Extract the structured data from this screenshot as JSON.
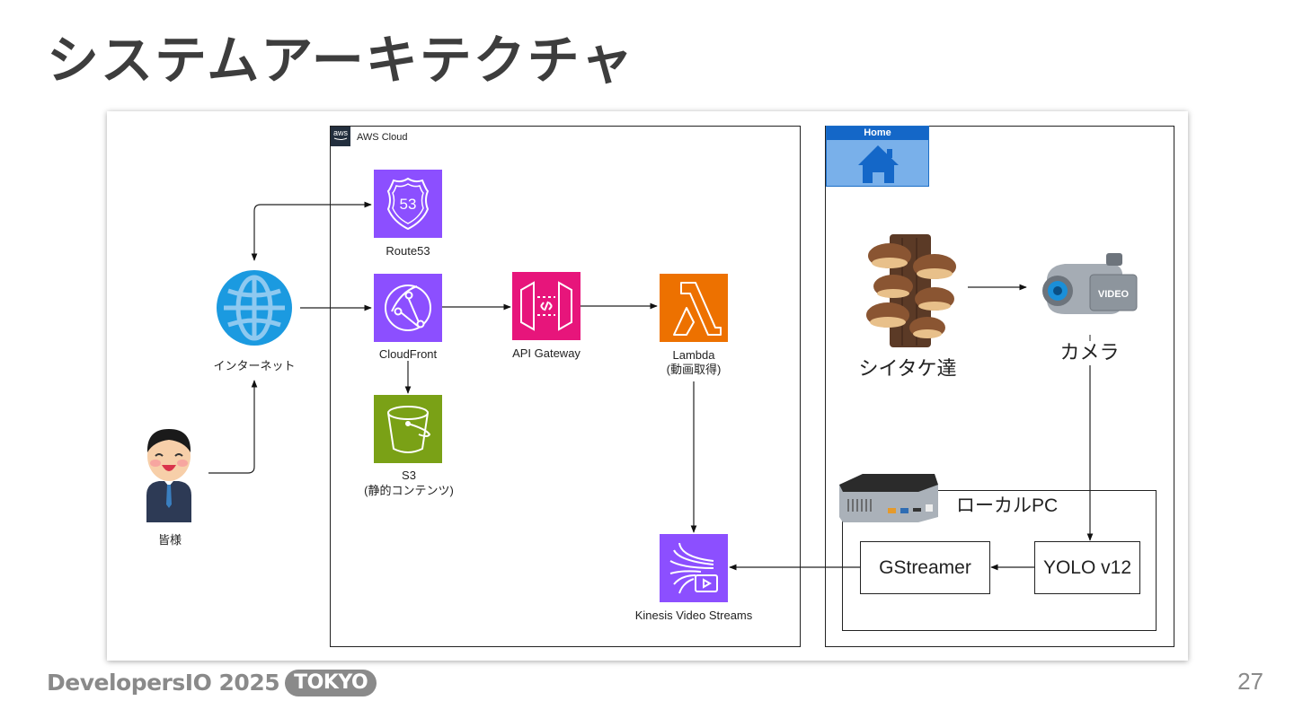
{
  "slide": {
    "title": "システムアーキテクチャ",
    "page_number": "27",
    "footer": {
      "brand": "DevelopersIO 2025",
      "badge": "TOKYO"
    }
  },
  "diagram": {
    "groups": {
      "aws_cloud": "AWS Cloud",
      "aws_logo": "aws",
      "home": "Home",
      "local_pc": "ローカルPC"
    },
    "nodes": {
      "users": "皆様",
      "internet": "インターネット",
      "route53": "Route53",
      "route53_badge": "53",
      "cloudfront": "CloudFront",
      "s3": "S3",
      "s3_sub": "(静的コンテンツ)",
      "api_gateway": "API Gateway",
      "lambda": "Lambda",
      "lambda_sub": "(動画取得)",
      "kinesis": "Kinesis Video Streams",
      "shiitake": "シイタケ達",
      "camera": "カメラ",
      "camera_badge": "VIDEO",
      "gstreamer": "GStreamer",
      "yolo": "YOLO v12"
    },
    "colors": {
      "route53": "#8c4fff",
      "cloudfront": "#8c4fff",
      "kinesis": "#8c4fff",
      "api_gateway": "#e7157b",
      "lambda": "#ed7100",
      "s3": "#7aa116",
      "internet": "#1b9ae0",
      "home_header": "#1467c8",
      "home_body": "#79b0ea"
    },
    "edges": [
      {
        "from": "users",
        "to": "internet"
      },
      {
        "from": "internet",
        "to": "route53"
      },
      {
        "from": "route53",
        "to": "internet"
      },
      {
        "from": "internet",
        "to": "cloudfront"
      },
      {
        "from": "cloudfront",
        "to": "api_gateway"
      },
      {
        "from": "cloudfront",
        "to": "s3"
      },
      {
        "from": "api_gateway",
        "to": "lambda"
      },
      {
        "from": "lambda",
        "to": "kinesis"
      },
      {
        "from": "shiitake",
        "to": "camera"
      },
      {
        "from": "camera",
        "to": "yolo"
      },
      {
        "from": "yolo",
        "to": "gstreamer"
      },
      {
        "from": "gstreamer",
        "to": "kinesis"
      }
    ]
  }
}
